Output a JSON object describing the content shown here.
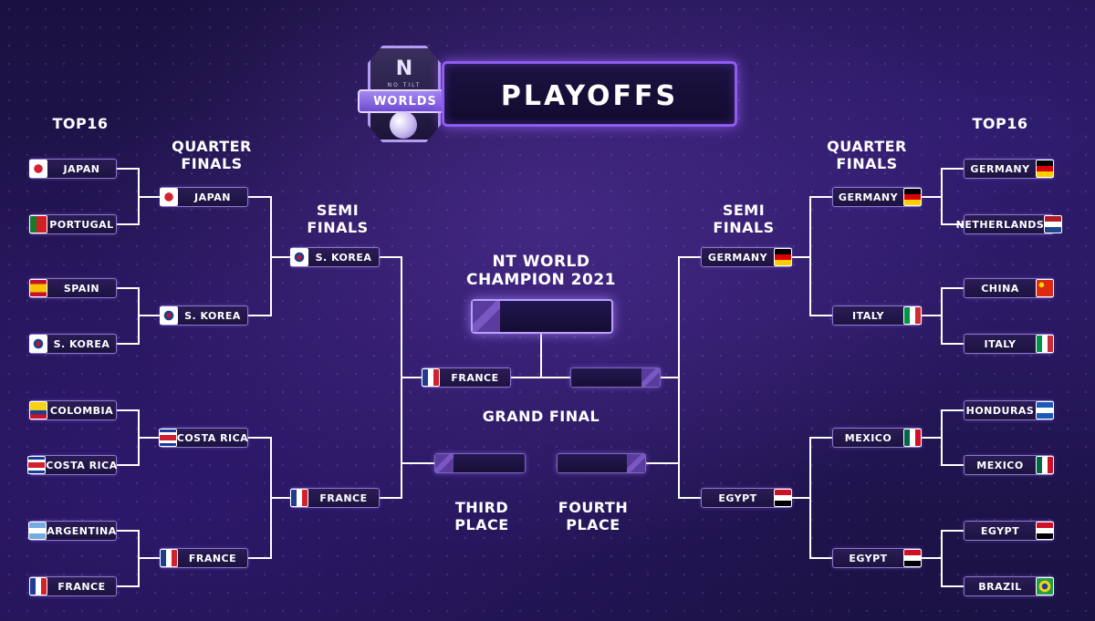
{
  "title": "PLAYOFFS",
  "logo": {
    "brand": "NO TILT",
    "event": "WORLDS"
  },
  "headings": {
    "top16": "TOP16",
    "quarter": "QUARTER\nFINALS",
    "semi": "SEMI\nFINALS",
    "champion": "NT WORLD\nCHAMPION 2021",
    "grand_final": "GRAND FINAL",
    "third": "THIRD\nPLACE",
    "fourth": "FOURTH\nPLACE"
  },
  "left": {
    "top16": [
      "JAPAN",
      "PORTUGAL",
      "SPAIN",
      "S. KOREA",
      "COLOMBIA",
      "COSTA RICA",
      "ARGENTINA",
      "FRANCE"
    ],
    "quarter": [
      "JAPAN",
      "S. KOREA",
      "COSTA RICA",
      "FRANCE"
    ],
    "semi": [
      "S. KOREA",
      "FRANCE"
    ],
    "final": "FRANCE"
  },
  "right": {
    "top16": [
      "GERMANY",
      "NETHERLANDS",
      "CHINA",
      "ITALY",
      "HONDURAS",
      "MEXICO",
      "EGYPT",
      "BRAZIL"
    ],
    "quarter": [
      "GERMANY",
      "ITALY",
      "MEXICO",
      "EGYPT"
    ],
    "semi": [
      "GERMANY",
      "EGYPT"
    ]
  },
  "colors": {
    "accent": "#8f5cf0",
    "slot_border": "#8e78c8",
    "line": "#ffffff",
    "background": "#1f1449"
  },
  "flag_icons": {
    "JAPAN": "japan-flag-icon",
    "PORTUGAL": "portugal-flag-icon",
    "SPAIN": "spain-flag-icon",
    "S. KOREA": "south-korea-flag-icon",
    "COLOMBIA": "colombia-flag-icon",
    "COSTA RICA": "costa-rica-flag-icon",
    "ARGENTINA": "argentina-flag-icon",
    "FRANCE": "france-flag-icon",
    "GERMANY": "germany-flag-icon",
    "NETHERLANDS": "netherlands-flag-icon",
    "CHINA": "china-flag-icon",
    "ITALY": "italy-flag-icon",
    "HONDURAS": "honduras-flag-icon",
    "MEXICO": "mexico-flag-icon",
    "EGYPT": "egypt-flag-icon",
    "BRAZIL": "brazil-flag-icon"
  }
}
